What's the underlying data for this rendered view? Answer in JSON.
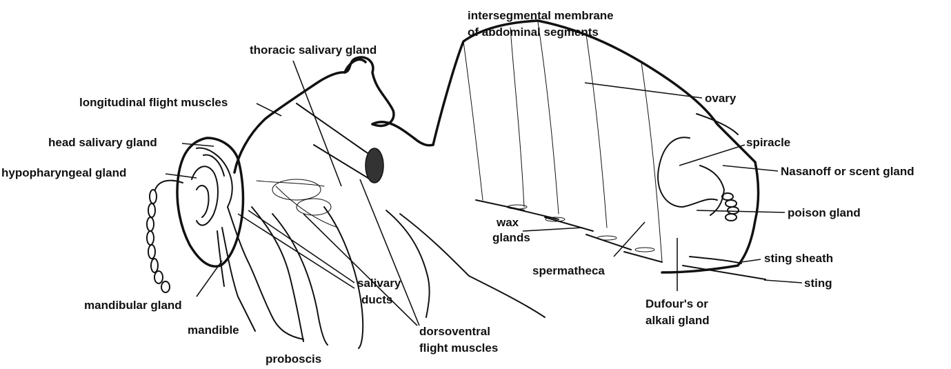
{
  "labels": {
    "intersegmental_1": "intersegmental membrane",
    "intersegmental_2": "of abdominal segments",
    "thoracic_salivary_gland": "thoracic salivary gland",
    "longitudinal_flight_muscles": "longitudinal flight muscles",
    "head_salivary_gland": "head salivary gland",
    "hypopharyngeal_gland": "hypopharyngeal gland",
    "ovary": "ovary",
    "spiracle": "spiracle",
    "nasanoff_gland": "Nasanoff or scent gland",
    "poison_gland": "poison gland",
    "wax_glands_1": "wax",
    "wax_glands_2": "glands",
    "sting_sheath": "sting sheath",
    "sting": "sting",
    "spermatheca": "spermatheca",
    "salivary_ducts_1": "salivary",
    "salivary_ducts_2": "ducts",
    "mandibular_gland": "mandibular gland",
    "dufours_1": "Dufour's or",
    "dufours_2": "alkali gland",
    "mandible": "mandible",
    "dorsoventral_1": "dorsoventral",
    "dorsoventral_2": "flight muscles",
    "proboscis": "proboscis"
  }
}
